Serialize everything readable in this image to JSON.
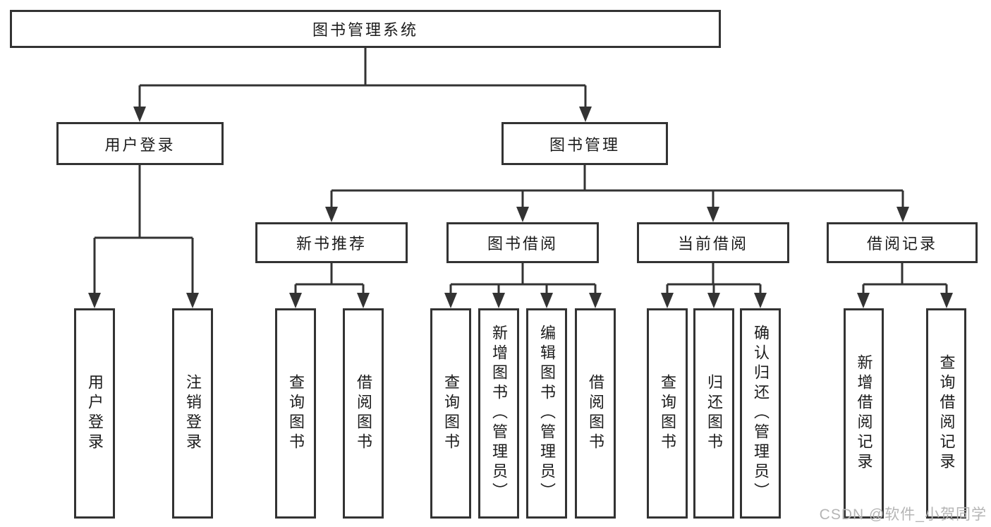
{
  "diagram_title": "图书管理系统",
  "colors": {
    "line": "#333333",
    "box_border": "#333333",
    "box_fill": "#ffffff",
    "text": "#1c1c1c",
    "watermark": "#b5b5b5",
    "background": "#ffffff"
  },
  "tree": {
    "root": {
      "label": "图书管理系统",
      "children": [
        {
          "label": "用户登录",
          "children": [
            {
              "label": "用户登录"
            },
            {
              "label": "注销登录"
            }
          ]
        },
        {
          "label": "图书管理",
          "children": [
            {
              "label": "新书推荐",
              "children": [
                {
                  "label": "查询图书"
                },
                {
                  "label": "借阅图书"
                }
              ]
            },
            {
              "label": "图书借阅",
              "children": [
                {
                  "label": "查询图书"
                },
                {
                  "label": "新增图书（管理员）"
                },
                {
                  "label": "编辑图书（管理员）"
                },
                {
                  "label": "借阅图书"
                }
              ]
            },
            {
              "label": "当前借阅",
              "children": [
                {
                  "label": "查询图书"
                },
                {
                  "label": "归还图书"
                },
                {
                  "label": "确认归还（管理员）"
                }
              ]
            },
            {
              "label": "借阅记录",
              "children": [
                {
                  "label": "新增借阅记录"
                },
                {
                  "label": "查询借阅记录"
                }
              ]
            }
          ]
        }
      ]
    }
  },
  "watermark": "CSDN @软件_小贺同学"
}
